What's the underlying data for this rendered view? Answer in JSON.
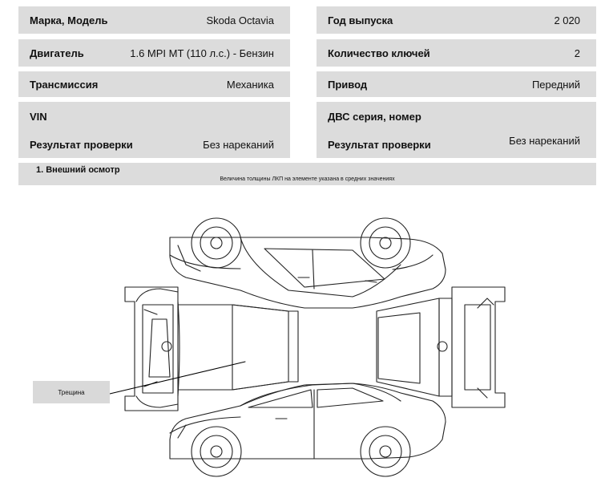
{
  "left_fields": [
    {
      "label": "Марка, Модель",
      "value": "Skoda Octavia"
    },
    {
      "label": "Двигатель",
      "value": "1.6 MPI MT (110 л.с.) - Бензин"
    },
    {
      "label": "Трансмиссия",
      "value": "Механика"
    },
    {
      "label": "VIN",
      "value": ""
    },
    {
      "label": "Результат проверки",
      "value": "Без нареканий"
    }
  ],
  "right_fields": [
    {
      "label": "Год выпуска",
      "value": "2 020"
    },
    {
      "label": "Количество ключей",
      "value": "2"
    },
    {
      "label": "Привод",
      "value": "Передний"
    },
    {
      "label": "ДВС серия, номер",
      "value": ""
    },
    {
      "label": "Результат проверки",
      "value": "Без нареканий"
    }
  ],
  "section": {
    "title": "1. Внешний осмотр",
    "note": "Величина толщины ЛКП на элементе указана в средних значениях"
  },
  "damage_note": "Трещина"
}
